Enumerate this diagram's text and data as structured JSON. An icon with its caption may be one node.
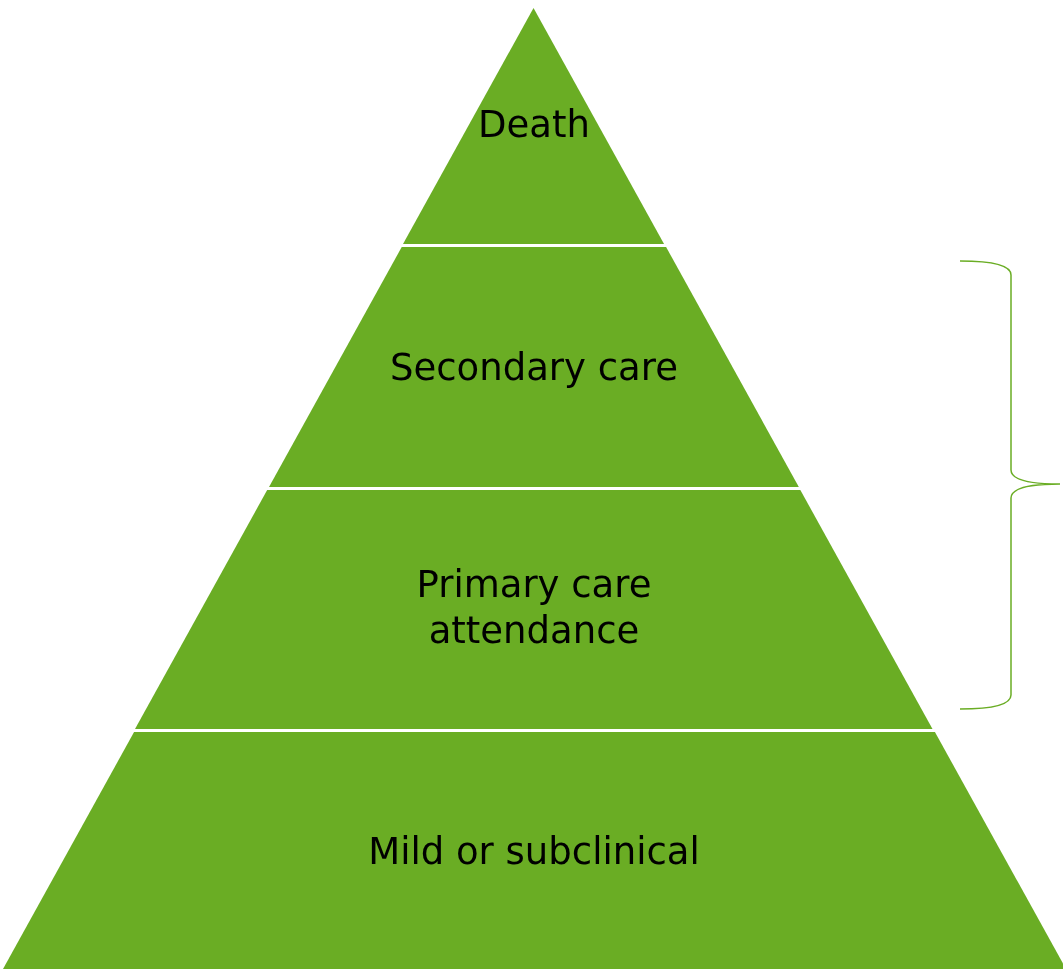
{
  "diagram": {
    "nodes": [
      {
        "text": [
          "Death"
        ]
      },
      {
        "text": [
          "Secondary care"
        ]
      },
      {
        "text": [
          "Primary care attendance"
        ]
      },
      {
        "text": [
          "Mild or subclinical"
        ]
      }
    ]
  }
}
